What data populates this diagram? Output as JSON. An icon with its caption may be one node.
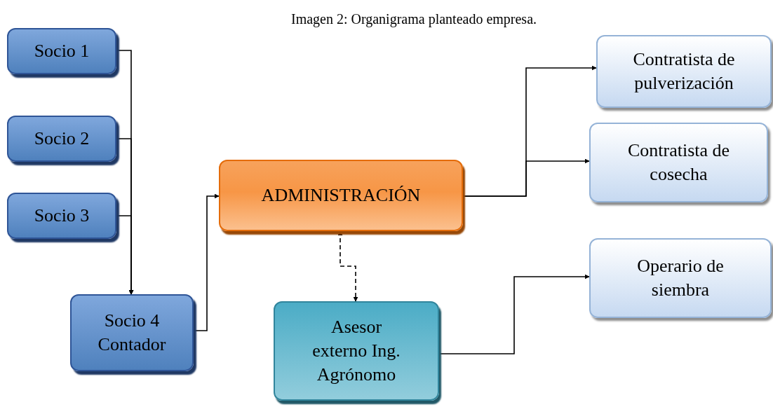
{
  "diagram": {
    "title": "Imagen 2: Organigrama planteado empresa.",
    "nodes": [
      {
        "text": [
          "Socio 1"
        ]
      },
      {
        "text": [
          "Socio 2"
        ]
      },
      {
        "text": [
          "Socio 3"
        ]
      },
      {
        "text": [
          "Socio 4 Contador"
        ]
      },
      {
        "text": [
          "ADMINISTRACIÓN"
        ]
      },
      {
        "text": [
          "Asesor externo Ing. Agrónomo"
        ]
      },
      {
        "text": [
          "Contratista de pulverización"
        ]
      },
      {
        "text": [
          "Contratista de cosecha"
        ]
      },
      {
        "text": [
          "Operario de siembra"
        ]
      }
    ],
    "edges": [
      {
        "from": 0,
        "to": 3,
        "arrow": "to"
      },
      {
        "from": 1,
        "to": 3,
        "arrow": "to"
      },
      {
        "from": 2,
        "to": 3,
        "arrow": "to"
      },
      {
        "from": 3,
        "to": 4,
        "arrow": "to"
      },
      {
        "from": 4,
        "to": 6,
        "arrow": "to"
      },
      {
        "from": 4,
        "to": 7,
        "arrow": "to"
      },
      {
        "from": 4,
        "to": 5,
        "arrow": "both",
        "style": "dashed"
      },
      {
        "from": 5,
        "to": 8,
        "arrow": "to"
      }
    ]
  }
}
